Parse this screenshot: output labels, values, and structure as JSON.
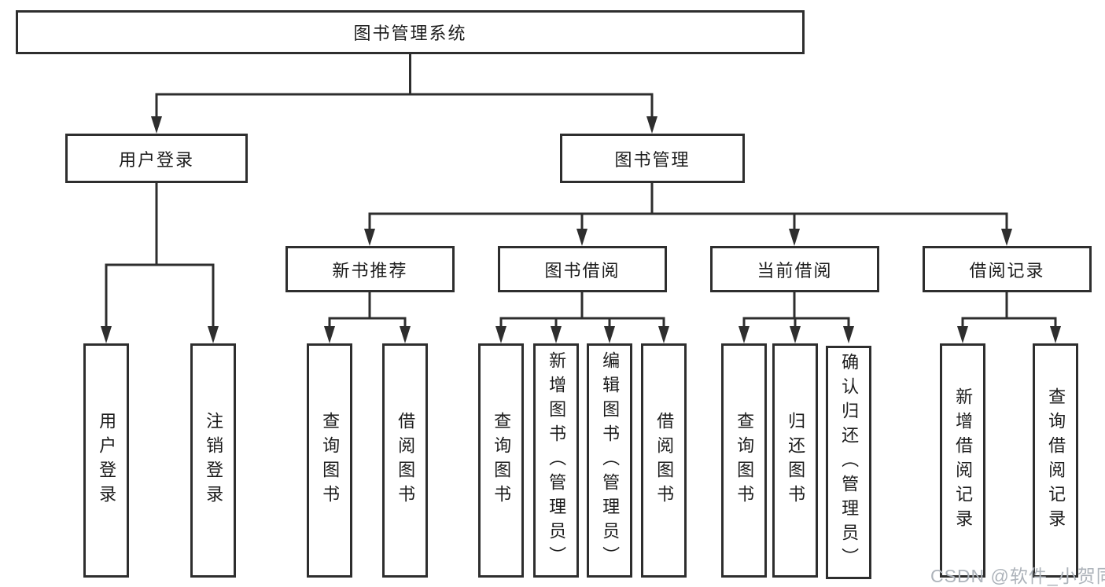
{
  "diagram": {
    "root": {
      "label": "图书管理系统"
    },
    "branches": {
      "user_login": {
        "label": "用户登录",
        "children": [
          {
            "label": "用户登录"
          },
          {
            "label": "注销登录"
          }
        ]
      },
      "book_management": {
        "label": "图书管理",
        "sections": [
          {
            "label": "新书推荐",
            "children": [
              {
                "label": "查询图书"
              },
              {
                "label": "借阅图书"
              }
            ]
          },
          {
            "label": "图书借阅",
            "children": [
              {
                "label": "查询图书"
              },
              {
                "label": "新增图书（管理员）"
              },
              {
                "label": "编辑图书（管理员）"
              },
              {
                "label": "借阅图书"
              }
            ]
          },
          {
            "label": "当前借阅",
            "children": [
              {
                "label": "查询图书"
              },
              {
                "label": "归还图书"
              },
              {
                "label": "确认归还（管理员）"
              }
            ]
          },
          {
            "label": "借阅记录",
            "children": [
              {
                "label": "新增借阅记录"
              },
              {
                "label": "查询借阅记录"
              }
            ]
          }
        ]
      }
    }
  },
  "watermark": {
    "text": "CSDN @软件_小贺同学"
  },
  "colors": {
    "line": "#2e2e2e",
    "text": "#1c1c1c",
    "watermark": "#adb3ba",
    "background": "#ffffff"
  }
}
